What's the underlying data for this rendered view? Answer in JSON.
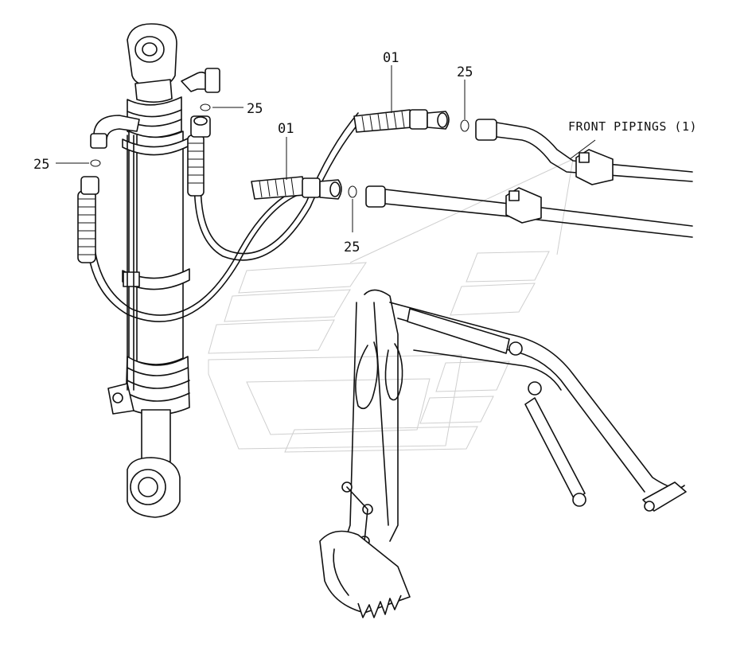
{
  "diagram": {
    "title": "FRONT PIPINGS (1)",
    "callouts": [
      {
        "id": "callout-01-upper",
        "label": "01"
      },
      {
        "id": "callout-01-lower",
        "label": "01"
      },
      {
        "id": "callout-25-top-right",
        "label": "25"
      },
      {
        "id": "callout-25-upper-cylinder",
        "label": "25"
      },
      {
        "id": "callout-25-left",
        "label": "25"
      },
      {
        "id": "callout-25-lower",
        "label": "25"
      }
    ]
  },
  "colors": {
    "line": "#111111",
    "background": "#ffffff",
    "watermark": "#cfcfcf"
  }
}
